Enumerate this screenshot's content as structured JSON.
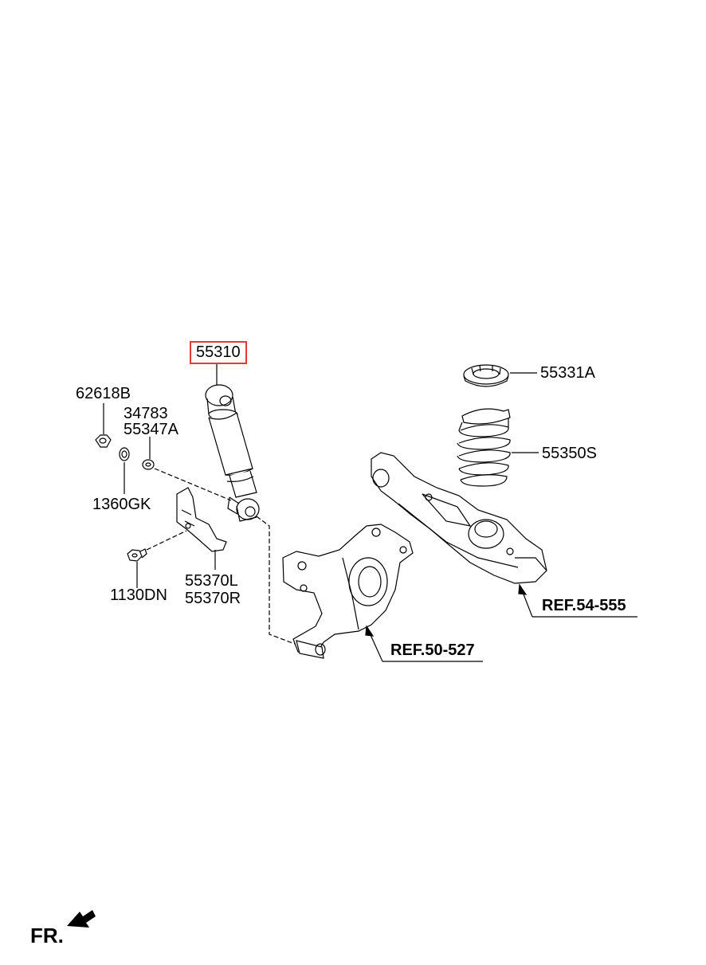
{
  "diagram": {
    "highlight_color": "#e53935",
    "callouts": {
      "shock_absorber": "55310",
      "nut": "62618B",
      "washer_a": "34783",
      "washer_b": "55347A",
      "washer_c": "1360GK",
      "bolt": "1130DN",
      "bracket_left": "55370L",
      "bracket_right": "55370R",
      "spring_pad": "55331A",
      "spring": "55350S",
      "ref_knuckle": "REF.50-527",
      "ref_arm": "REF.54-555"
    },
    "orientation_label": "FR."
  }
}
